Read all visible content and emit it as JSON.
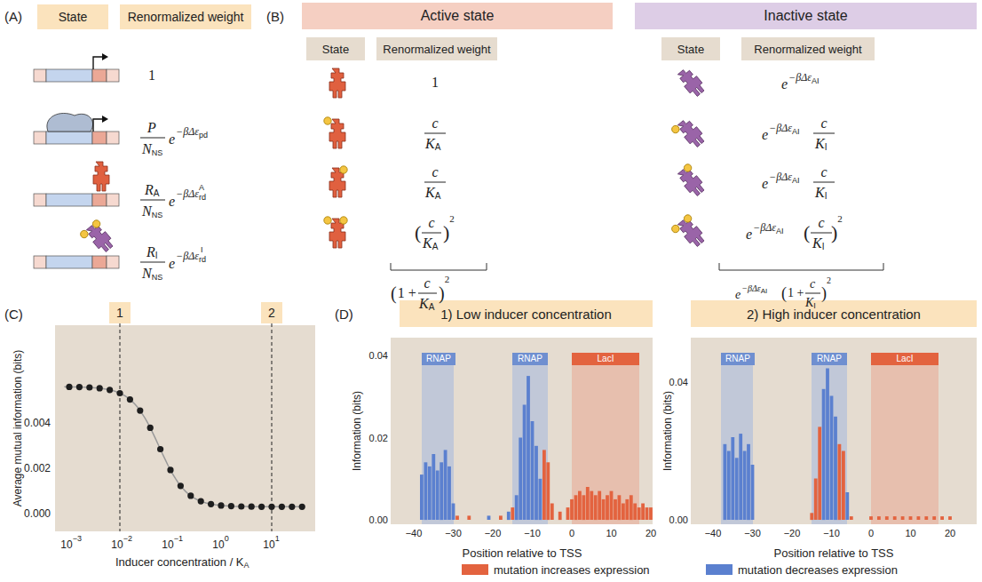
{
  "diagram": {
    "nodes": [
      {
        "text": [
          "State"
        ]
      },
      {
        "text": [
          "Renormalized weight"
        ]
      },
      {
        "text": [
          "Active state"
        ]
      },
      {
        "text": [
          "Inactive state"
        ]
      },
      {
        "text": [
          "State"
        ]
      },
      {
        "text": [
          "Renormalized weight"
        ]
      },
      {
        "text": [
          "State"
        ]
      },
      {
        "text": [
          "Renormalized weight"
        ]
      },
      {
        "text": [
          "1"
        ]
      },
      {
        "text": [
          "2"
        ]
      },
      {
        "text": [
          "1) Low inducer concentration"
        ]
      },
      {
        "text": [
          "2) High inducer concentration"
        ]
      },
      {
        "text": [
          "RNAP"
        ]
      },
      {
        "text": [
          "RNAP"
        ]
      },
      {
        "text": [
          "LacI"
        ]
      },
      {
        "text": [
          "RNAP"
        ]
      },
      {
        "text": [
          "RNAP"
        ]
      },
      {
        "text": [
          "LacI"
        ]
      }
    ],
    "labels": [
      "(A)",
      "(B)",
      "(C)",
      "(D)",
      "1",
      "P",
      "N",
      "NS",
      "e",
      "−βΔε",
      "pd",
      "R",
      "A",
      "N",
      "NS",
      "e",
      "−βΔε",
      "rd",
      "A",
      "R",
      "I",
      "N",
      "NS",
      "e",
      "−βΔε",
      "rd",
      "I",
      "1",
      "c",
      "K",
      "A",
      "c",
      "K",
      "A",
      "(",
      "c",
      "K",
      "A",
      ")",
      "2",
      "(",
      "1 +",
      "c",
      "K",
      "A",
      ")",
      "2",
      "e",
      "−βΔε",
      "AI",
      "e",
      "−βΔε",
      "AI",
      "c",
      "K",
      "I",
      "e",
      "−βΔε",
      "AI",
      "c",
      "K",
      "I",
      "e",
      "−βΔε",
      "AI",
      "(",
      "c",
      "K",
      "I",
      ")",
      "2",
      "e",
      "−βΔε",
      "AI",
      "(",
      "1 +",
      "c",
      "K",
      "I",
      ")",
      "2",
      "0.004",
      "0.002",
      "0.000",
      "10",
      "−3",
      "10",
      "−2",
      "10",
      "−1",
      "10",
      "0",
      "10",
      "1",
      "Average mutual information (bits)",
      "Inducer concentration / K",
      "A",
      "0.04",
      "0.02",
      "0.00",
      "Information (bits)",
      "−40",
      "−30",
      "−20",
      "−10",
      "0",
      "10",
      "20",
      "Position relative to TSS",
      "0.04",
      "0.00",
      "Information (bits)",
      "−40",
      "−30",
      "−20",
      "−10",
      "0",
      "10",
      "20",
      "Position relative to TSS"
    ],
    "legend": [
      {
        "text": "mutation increases expression",
        "color": "#e3633f"
      },
      {
        "text": "mutation decreases expression",
        "color": "#5b80cf"
      }
    ]
  }
}
